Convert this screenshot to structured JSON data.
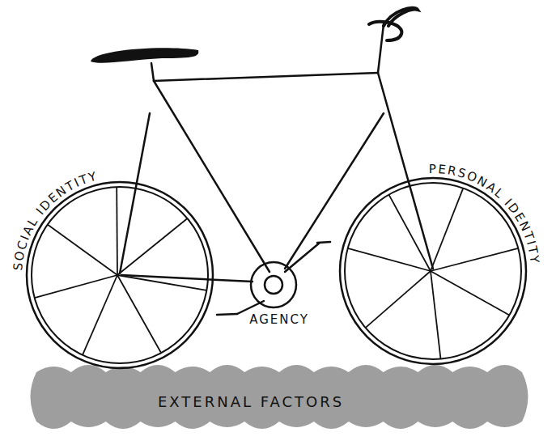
{
  "diagram": {
    "nodes": [
      {
        "text": [
          "SOCIAL IDENTITY"
        ]
      },
      {
        "text": [
          "PERSONAL IDENTITY"
        ]
      },
      {
        "text": [
          "EXTERNAL FACTORS"
        ]
      }
    ],
    "labels": [
      "AGENCY"
    ]
  }
}
